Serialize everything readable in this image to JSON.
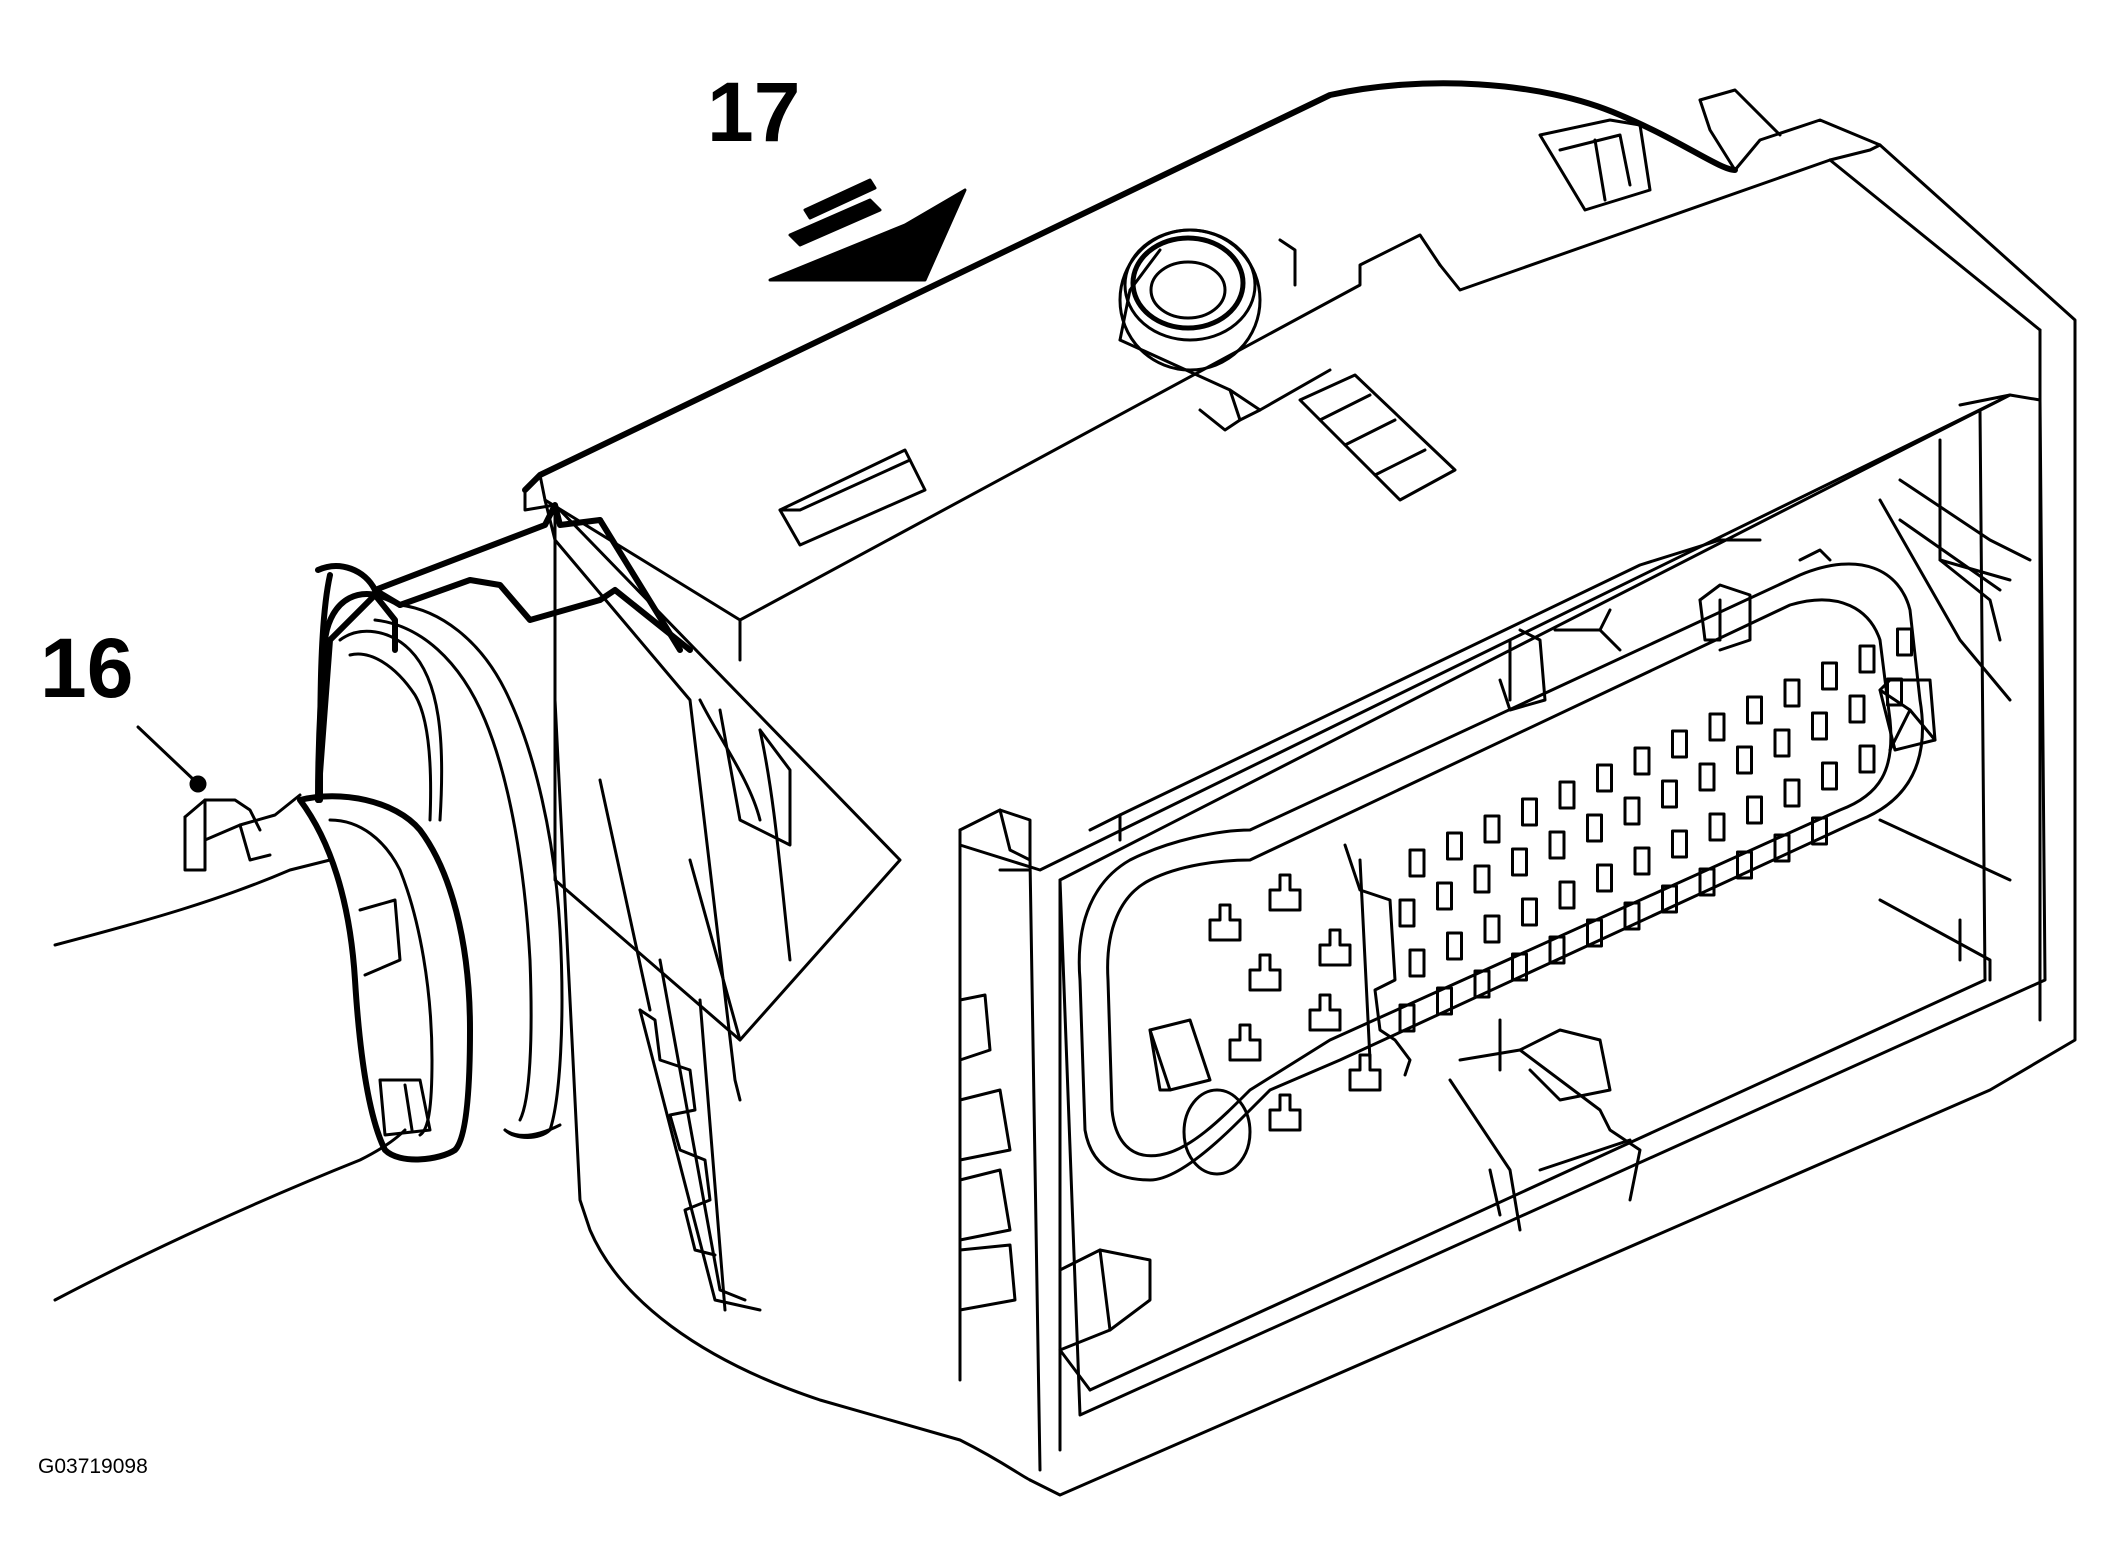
{
  "callouts": {
    "c17": "17",
    "c16": "16"
  },
  "figure_id": "G03719098",
  "colors": {
    "line": "#000000",
    "background": "#ffffff"
  }
}
